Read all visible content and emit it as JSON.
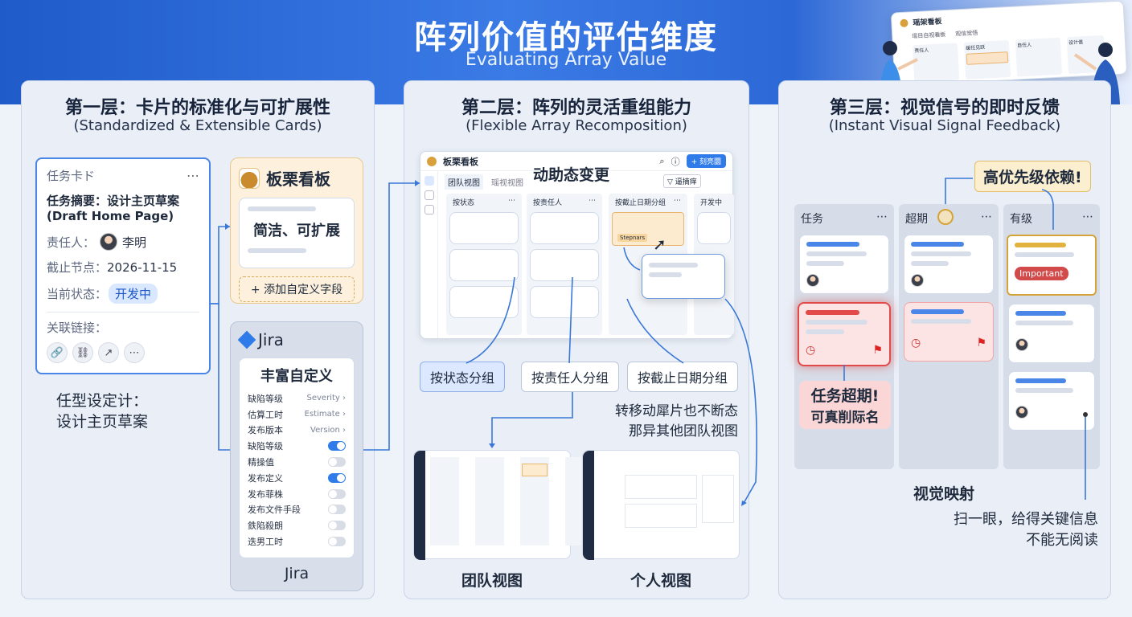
{
  "header": {
    "title_cn": "阵列价值的评估维度",
    "title_en": "Evaluating Array Value",
    "mini_board_title": "瑶架看板",
    "mini_tabs": [
      "瑶目自视看板",
      "观信觉悟"
    ],
    "mini_cols": [
      "责任人",
      "缓任见跃",
      "自任人",
      "设计值"
    ]
  },
  "layer1": {
    "title_cn": "第一层：卡片的标准化与可扩展性",
    "title_en": "(Standardized & Extensible Cards)",
    "card": {
      "header": "任务卡ド",
      "summary_label": "任务摘要：",
      "summary_value": "设计主页草案",
      "summary_en": "(Draft Home Page)",
      "owner_label": "责任人：",
      "owner_value": "李明",
      "due_label": "截止节点：",
      "due_value": "2026-11-15",
      "status_label": "当前状态：",
      "status_value": "开发中",
      "links_label": "关联链接："
    },
    "caption_line1": "任型设定计：",
    "caption_line2": "设计主页草案",
    "kanban": {
      "title": "板栗看板",
      "tagline": "简洁、可扩展",
      "add_field": "+ 添加自定义字段"
    },
    "jira": {
      "brand": "Jira",
      "heading": "丰富自定义",
      "footer": "Jira",
      "fields": [
        {
          "label": "缺陷等级",
          "value": "Severity",
          "kind": "select"
        },
        {
          "label": "估算工时",
          "value": "Estimate",
          "kind": "select"
        },
        {
          "label": "发布版本",
          "value": "Version",
          "kind": "select"
        },
        {
          "label": "缺陷等级",
          "kind": "toggle",
          "on": true
        },
        {
          "label": "精操值",
          "kind": "toggle",
          "on": false
        },
        {
          "label": "发布定义",
          "kind": "toggle",
          "on": true
        },
        {
          "label": "发布菲株",
          "kind": "toggle",
          "on": false
        },
        {
          "label": "发布文件手段",
          "kind": "toggle",
          "on": false
        },
        {
          "label": "鉄陷殺朗",
          "kind": "toggle",
          "on": false
        },
        {
          "label": "迭男工时",
          "kind": "toggle",
          "on": false
        }
      ]
    }
  },
  "layer2": {
    "title_cn": "第二层：阵列的灵活重组能力",
    "title_en": "(Flexible Array Recomposition)",
    "board": {
      "title": "板栗看板",
      "tab1": "团队视图",
      "tab2": "瑶视视图",
      "overlay": "动助态变更",
      "filter": "逼摘痒",
      "new_btn": "+ 刻亮圜",
      "columns": [
        "按状态",
        "按责任人",
        "按截止日期分组",
        "开发中"
      ],
      "tag": "Stepnars"
    },
    "groups": [
      "按状态分组",
      "按责任人分组",
      "按截止日期分组"
    ],
    "note_line1": "转移动犀片也不断态",
    "note_line2": "那异其他团队视图",
    "views": [
      "团队视图",
      "个人视图"
    ]
  },
  "layer3": {
    "title_cn": "第三层：视觉信号的即时反馈",
    "title_en": "(Instant Visual Signal Feedback)",
    "columns": [
      "任务",
      "超期",
      "有级"
    ],
    "priority_callout": "高优先级依赖!",
    "overdue_line1": "任务超期!",
    "overdue_line2": "可真削际名",
    "important_tag": "Important",
    "mapping_title": "视觉映射",
    "mapping_line1": "扫一眼，给得关键信息",
    "mapping_line2": "不能无阅读"
  }
}
